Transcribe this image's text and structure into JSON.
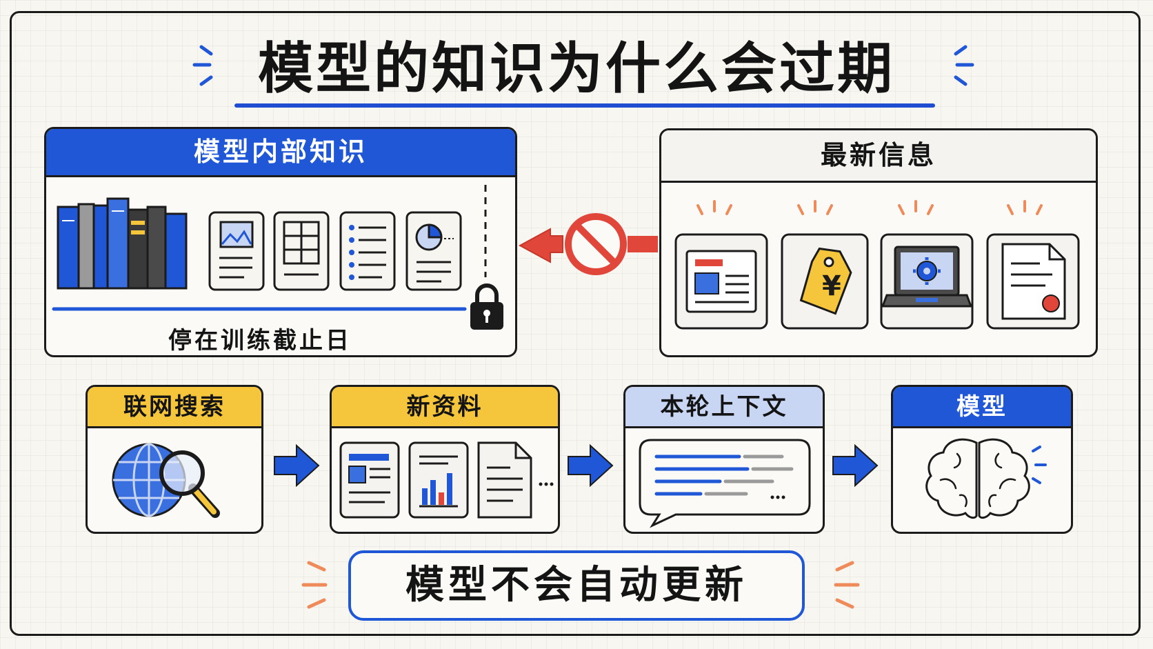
{
  "title": "模型的知识为什么会过期",
  "internal_knowledge": {
    "header": "模型内部知识",
    "cutoff_label": "停在训练截止日",
    "items": [
      "books-icon",
      "image-doc-icon",
      "table-doc-icon",
      "list-doc-icon",
      "chart-doc-icon"
    ]
  },
  "latest_info": {
    "header": "最新信息",
    "items": [
      "news-icon",
      "price-tag-icon",
      "laptop-settings-icon",
      "certificate-doc-icon"
    ],
    "price_symbol": "¥"
  },
  "flow": {
    "steps": [
      {
        "label": "联网搜索",
        "icon": "globe-search-icon"
      },
      {
        "label": "新资料",
        "icon": "documents-icon"
      },
      {
        "label": "本轮上下文",
        "icon": "chat-bubble-icon"
      },
      {
        "label": "模型",
        "icon": "brain-icon"
      }
    ]
  },
  "footer": "模型不会自动更新",
  "colors": {
    "blue": "#1f57d6",
    "yellow": "#f5c53c",
    "red": "#e0463a",
    "light_blue": "#c8d6f3",
    "ink": "#1b1b1b"
  }
}
